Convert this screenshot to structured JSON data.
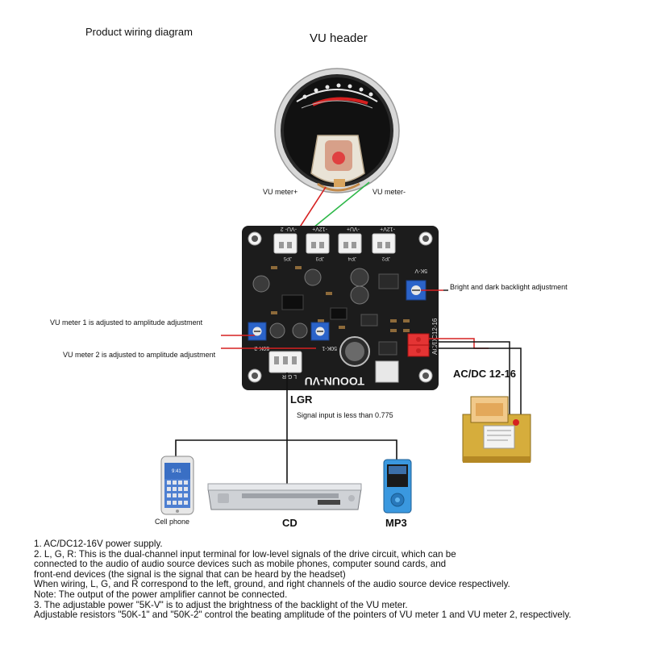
{
  "title": "Product wiring diagram",
  "vu_header_label": "VU header",
  "labels": {
    "vu_meter_plus": "VU meter+",
    "vu_meter_minus": "VU meter-",
    "backlight": "Bright and dark backlight adjustment",
    "vu1_adjust": "VU meter 1 is adjusted to amplitude adjustment",
    "vu2_adjust": "VU meter 2 is adjusted to amplitude adjustment",
    "acdc": "AC/DC 12-16",
    "lgr": "LGR",
    "signal": "Signal input is less than 0.775",
    "cell_phone": "Cell phone",
    "cd": "CD",
    "mp3": "MP3"
  },
  "board": {
    "brand": "TOOUN-VU",
    "lgr_silk": "L G R",
    "p5k1": "50K-1",
    "p5k2": "50K-2",
    "p5kv": "5K-V",
    "acdc_silk": "AC/DC12-16",
    "vu2_silk": "-VU- 2",
    "v12_a": "-12V+",
    "vu_a": "-VU+",
    "v12_b": "-12V+",
    "jp5": "JP5",
    "jp3": "JP3",
    "jp4": "JP4",
    "jp2": "JP2"
  },
  "phone": {
    "time": "9:41"
  },
  "notes": [
    "1. AC/DC12-16V power supply.",
    "2. L, G, R: This is the dual-channel input terminal for low-level signals of the drive circuit, which can be",
    "connected to the audio of audio source devices such as mobile phones, computer sound cards, and",
    "front-end devices (the signal is the signal that can be heard by the headset)",
    "When wiring, L, G, and R correspond to the left, ground, and right channels of the audio source device respectively.",
    "Note: The output of the power amplifier cannot be connected.",
    "3. The adjustable power \"5K-V\" is to adjust the brightness of the backlight of the VU meter.",
    "Adjustable resistors \"50K-1\" and \"50K-2\" control the beating amplitude of the pointers of VU meter 1 and VU meter 2, respectively."
  ],
  "colors": {
    "wire_red": "#d62020",
    "wire_green": "#2fb84a",
    "board": "#1c1c1c",
    "connector": "#f2f2f2",
    "pot_blue": "#2b63c9",
    "terminal_red": "#e43434",
    "transformer_gold": "#c9a033"
  }
}
